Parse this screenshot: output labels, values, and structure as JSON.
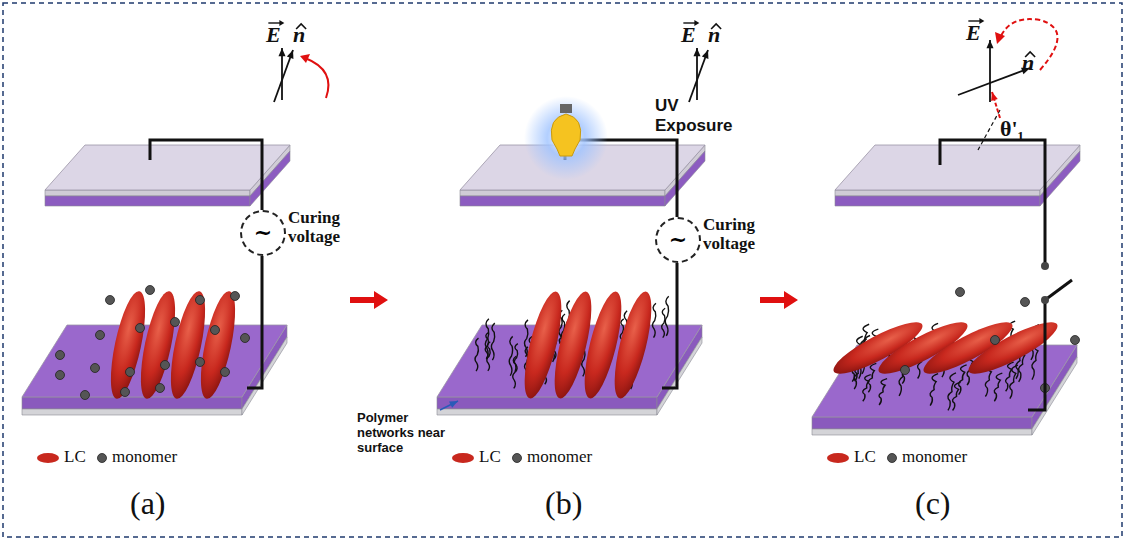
{
  "diagram": {
    "nodes": [
      {
        "text": [
          "~",
          "Curing voltage"
        ]
      },
      {
        "text": [
          "~",
          "Curing voltage"
        ]
      }
    ],
    "labels": [
      "E",
      "n",
      "E",
      "n",
      "UV Exposure",
      "Polymer networks near surface",
      "E",
      "n",
      "θ'₁",
      "(a)",
      "(b)",
      "(c)"
    ],
    "legend": [
      {
        "text": "LC",
        "color": "#c8281e"
      },
      {
        "text": "monomer",
        "color": "#555555"
      },
      {
        "text": "LC",
        "color": "#c8281e"
      },
      {
        "text": "monomer",
        "color": "#555555"
      },
      {
        "text": "LC",
        "color": "#c8281e"
      },
      {
        "text": "monomer",
        "color": "#555555"
      }
    ]
  }
}
